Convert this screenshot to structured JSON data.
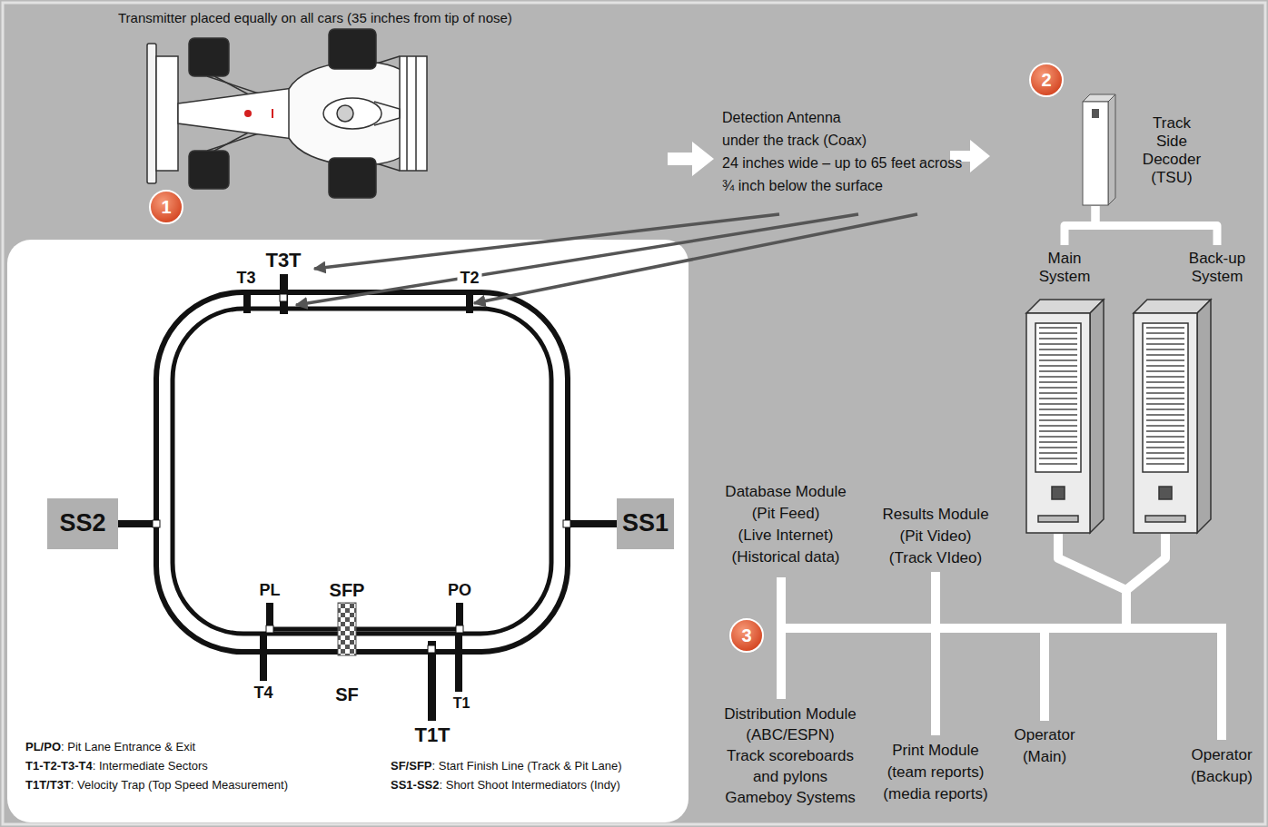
{
  "diagram": {
    "nodes": [
      {
        "text": [
          "Track Side Decoder (TSU)"
        ]
      },
      {
        "text": [
          "Main System"
        ]
      },
      {
        "text": [
          "Back-up System"
        ]
      },
      {
        "text": [
          "SS2"
        ]
      },
      {
        "text": [
          "SS1"
        ]
      }
    ],
    "edges": [
      {
        "from": 0,
        "to": 1,
        "arrow": "none"
      },
      {
        "from": 0,
        "to": 2,
        "arrow": "none"
      }
    ],
    "labels": [
      "Transmitter placed equally on all cars (35 inches from tip of nose)",
      "1",
      "Detection Antenna",
      "under the track (Coax)",
      "24 inches wide – up to 65 feet across",
      "¾ inch below the surface",
      "2",
      "3",
      "Database Module",
      "(Pit Feed)",
      "(Live Internet)",
      "(Historical data)",
      "Results Module",
      "(Pit Video)",
      "(Track VIdeo)",
      "Distribution Module",
      "(ABC/ESPN)",
      "Track scoreboards",
      "and pylons",
      "Gameboy Systems",
      "Print Module",
      "(team reports)",
      "(media reports)",
      "Operator",
      "(Main)",
      "Operator",
      "(Backup)",
      "T3T",
      "T3",
      "T2",
      "PL",
      "SFP",
      "PO",
      "T4",
      "SF",
      "T1T",
      "T1",
      "PL/PO",
      ": Pit Lane Entrance & Exit",
      "T1-T2-T3-T4",
      ": Intermediate Sectors",
      "T1T/T3T",
      ": Velocity Trap (Top Speed Measurement)",
      "SF/SFP",
      ": Start Finish Line (Track & Pit Lane)",
      "SS1-SS2",
      ":  Short Shoot Intermediators (Indy)"
    ]
  }
}
